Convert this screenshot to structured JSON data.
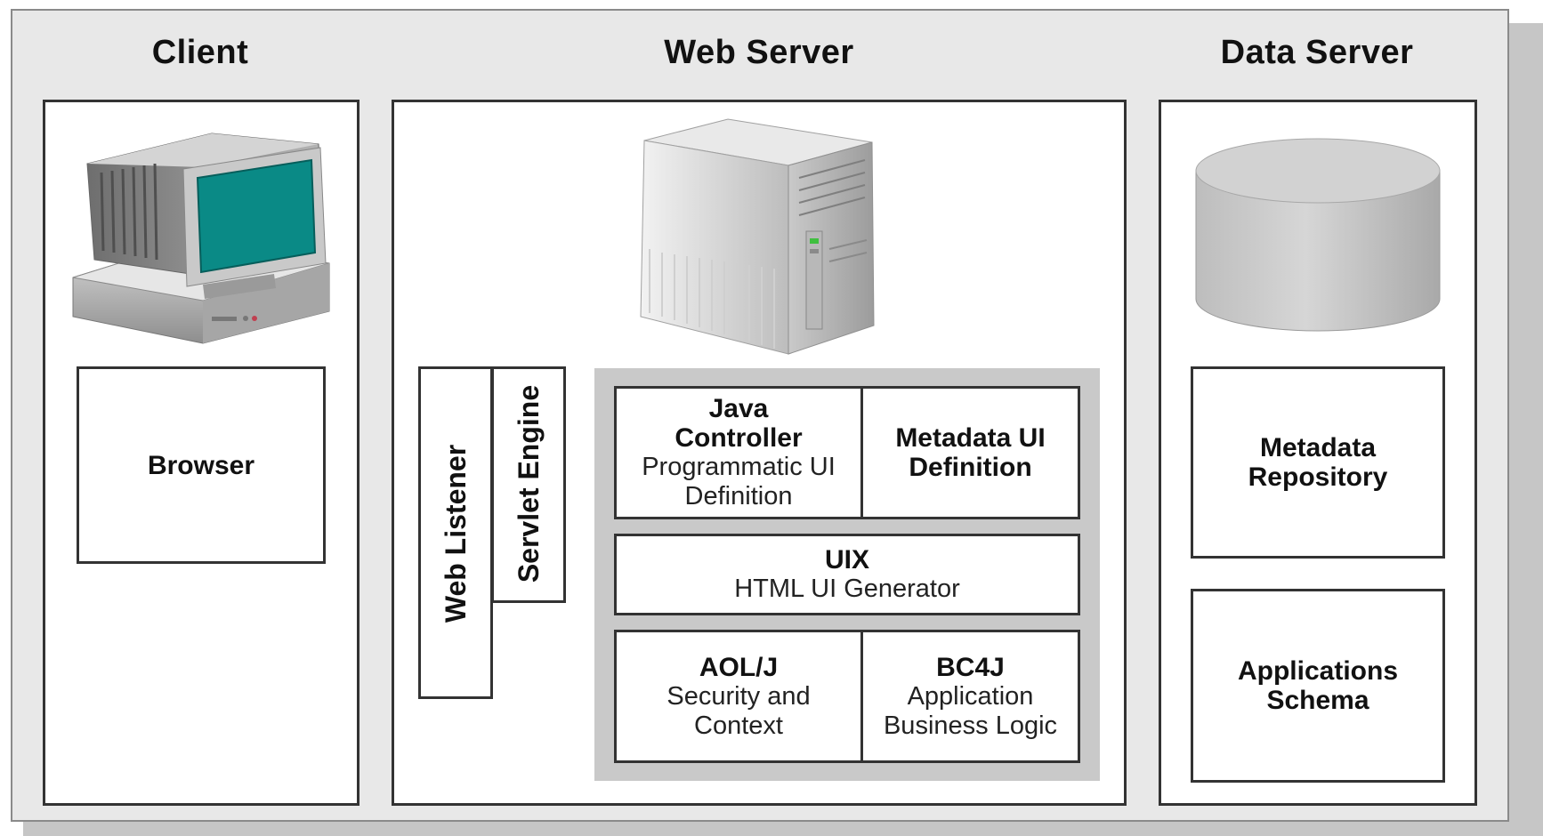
{
  "columns": {
    "client": "Client",
    "web_server": "Web Server",
    "data_server": "Data Server"
  },
  "client": {
    "icon": "desktop-computer-icon",
    "browser": "Browser"
  },
  "web_server": {
    "icon": "server-tower-icon",
    "web_listener": "Web Listener",
    "servlet_engine": "Servlet Engine",
    "java_controller": {
      "title": "Java Controller",
      "subtitle": "Programmatic UI Definition"
    },
    "metadata_ui": {
      "title": "Metadata UI Definition"
    },
    "uix": {
      "title": "UIX",
      "subtitle": "HTML UI Generator"
    },
    "aolj": {
      "title": "AOL/J",
      "subtitle": "Security and Context"
    },
    "bc4j": {
      "title": "BC4J",
      "subtitle": "Application Business Logic"
    }
  },
  "data_server": {
    "icon": "database-cylinder-icon",
    "metadata_repository": "Metadata Repository",
    "applications_schema": "Applications Schema"
  },
  "colors": {
    "background": "#e8e8e8",
    "screen": "#0a8a86",
    "stack_fill": "#c9c9c9"
  }
}
